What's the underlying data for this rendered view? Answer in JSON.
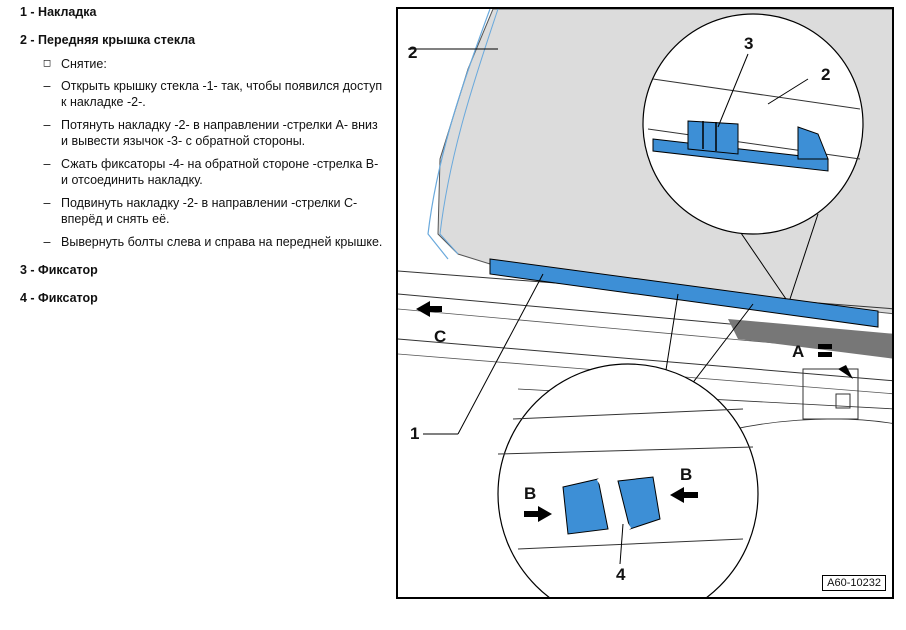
{
  "doc": {
    "sections": [
      {
        "heading": "1 - Накладка"
      },
      {
        "heading": "2 - Передняя крышка стекла",
        "items": [
          {
            "bullet": "square",
            "text": "Снятие:"
          },
          {
            "bullet": "dash",
            "text": "Открыть крышку стекла -1- так, чтобы появился доступ к накладке -2-."
          },
          {
            "bullet": "dash",
            "text": "Потянуть накладку -2- в направлении -стрелки А- вниз и вывести язычок -3- с обратной стороны."
          },
          {
            "bullet": "dash",
            "text": "Сжать фиксаторы -4- на обратной стороне -стрелка В- и отсоединить накладку."
          },
          {
            "bullet": "dash",
            "text": "Подвинуть накладку -2- в направлении -стрелки С- вперёд и снять её."
          },
          {
            "bullet": "dash",
            "text": "Вывернуть болты слева и справа на передней крышке."
          }
        ]
      },
      {
        "heading": "3 - Фиксатор"
      },
      {
        "heading": "4 - Фиксатор"
      }
    ]
  },
  "figure": {
    "labels": {
      "ref_1": "1",
      "ref_2_left": "2",
      "ref_2_zoom": "2",
      "ref_3": "3",
      "ref_4": "4",
      "arrow_a": "A",
      "arrow_b_left": "B",
      "arrow_b_right": "B",
      "arrow_c": "C"
    },
    "code": "A60-10232",
    "colors": {
      "part_blue": "#3d8fd6",
      "panel_gray": "#dcdcdc",
      "outline": "#000000"
    }
  }
}
